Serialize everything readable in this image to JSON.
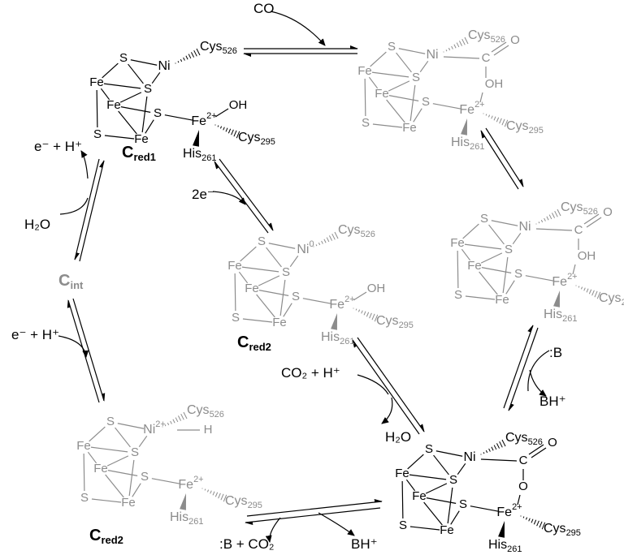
{
  "colors": {
    "black": "#000000",
    "grey": "#8c8c8c",
    "background": "#ffffff"
  },
  "states": {
    "cred1": {
      "main": "C",
      "sub": "red1"
    },
    "cint": {
      "main": "C",
      "sub": "int"
    },
    "cred2_center": {
      "main": "C",
      "sub": "red2"
    },
    "cred2_bottom": {
      "main": "C",
      "sub": "red2"
    }
  },
  "reagents": {
    "co": "CO",
    "e_h_top": "e⁻ + H⁺",
    "h2o_left": "H₂O",
    "two_e": "2e⁻",
    "e_h_bottom": "e⁻ + H⁺",
    "co2_h": "CO₂ + H⁺",
    "h2o_center": "H₂O",
    "base_right": ":B",
    "bh_right": "BH⁺",
    "base_co2": ":B + CO₂",
    "bh_bottom": "BH⁺"
  },
  "atoms": {
    "S": "S",
    "Fe": "Fe",
    "Ni": "Ni",
    "C": "C",
    "O": "O",
    "OH": "OH",
    "H": "H",
    "Cys": "Cys",
    "His": "His",
    "c526": "526",
    "c295": "295",
    "h261": "261",
    "ox2": "2+",
    "ox0": "0"
  }
}
